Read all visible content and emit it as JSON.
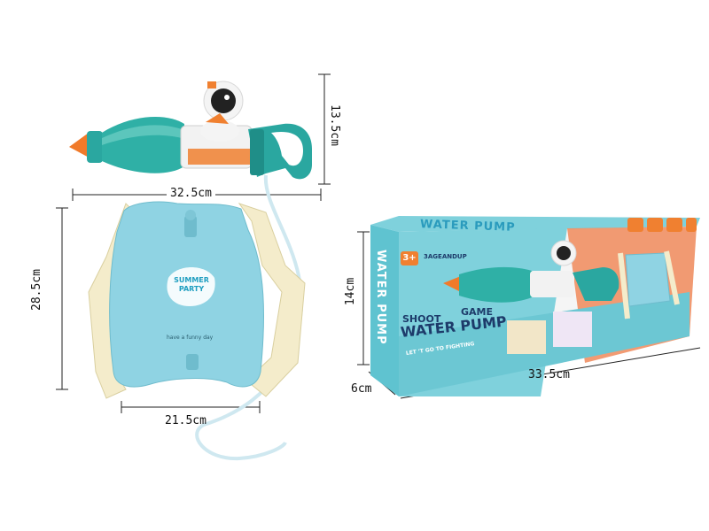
{
  "dimensions": {
    "gun_height": "13.5cm",
    "gun_length": "32.5cm",
    "bag_height": "28.5cm",
    "bag_width": "21.5cm",
    "box_height": "14cm",
    "box_depth": "6cm",
    "box_length": "33.5cm"
  },
  "bag_print": {
    "logo_line1": "SUMMER",
    "logo_line2": "PARTY",
    "tagline": "have a funny day"
  },
  "package": {
    "top_title": "WATER PUMP",
    "side_title": "WATER PUMP",
    "age_badge": "3+",
    "age_text": "3AGEANDUP",
    "shoot": "SHOOT",
    "game": "GAME",
    "main_title": "WATER PUMP",
    "slogan": "LET 'T GO TO FIGHTING"
  },
  "colors": {
    "teal": "#2aa7a0",
    "orange": "#f08030",
    "bag_blue": "#8fd3e3",
    "strap": "#f4eccb",
    "box_teal": "#7fd1dc",
    "box_navy": "#1d3b6a"
  }
}
